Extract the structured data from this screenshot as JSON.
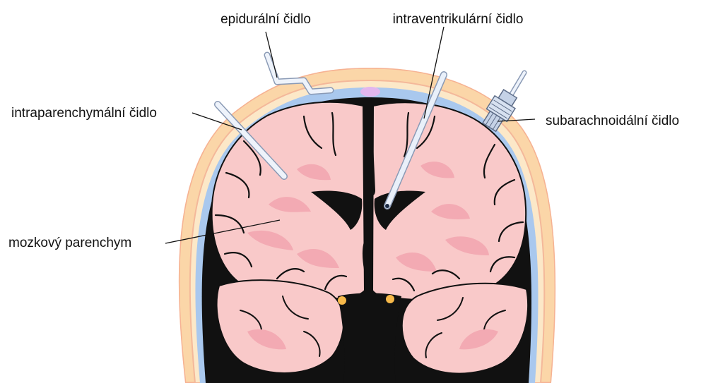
{
  "labels": {
    "epidural": "epidurální čidlo",
    "intraventricular": "intraventrikulární čidlo",
    "intraparenchymal": "intraparenchymální čidlo",
    "subarachnoid": "subarachnoidální čidlo",
    "parenchyma": "mozkový parenchym"
  },
  "colors": {
    "scalp": "#fbd6a8",
    "skin_edge": "#f6b293",
    "skull": "#fce8c8",
    "csf_layer": "#a9c8ee",
    "dark_space": "#111111",
    "brain": "#f9c9c9",
    "brain_inner": "#f3aab3",
    "probe": "#d6e4f6",
    "probe_edge": "#8a9ab5",
    "label_text": "#111111"
  }
}
